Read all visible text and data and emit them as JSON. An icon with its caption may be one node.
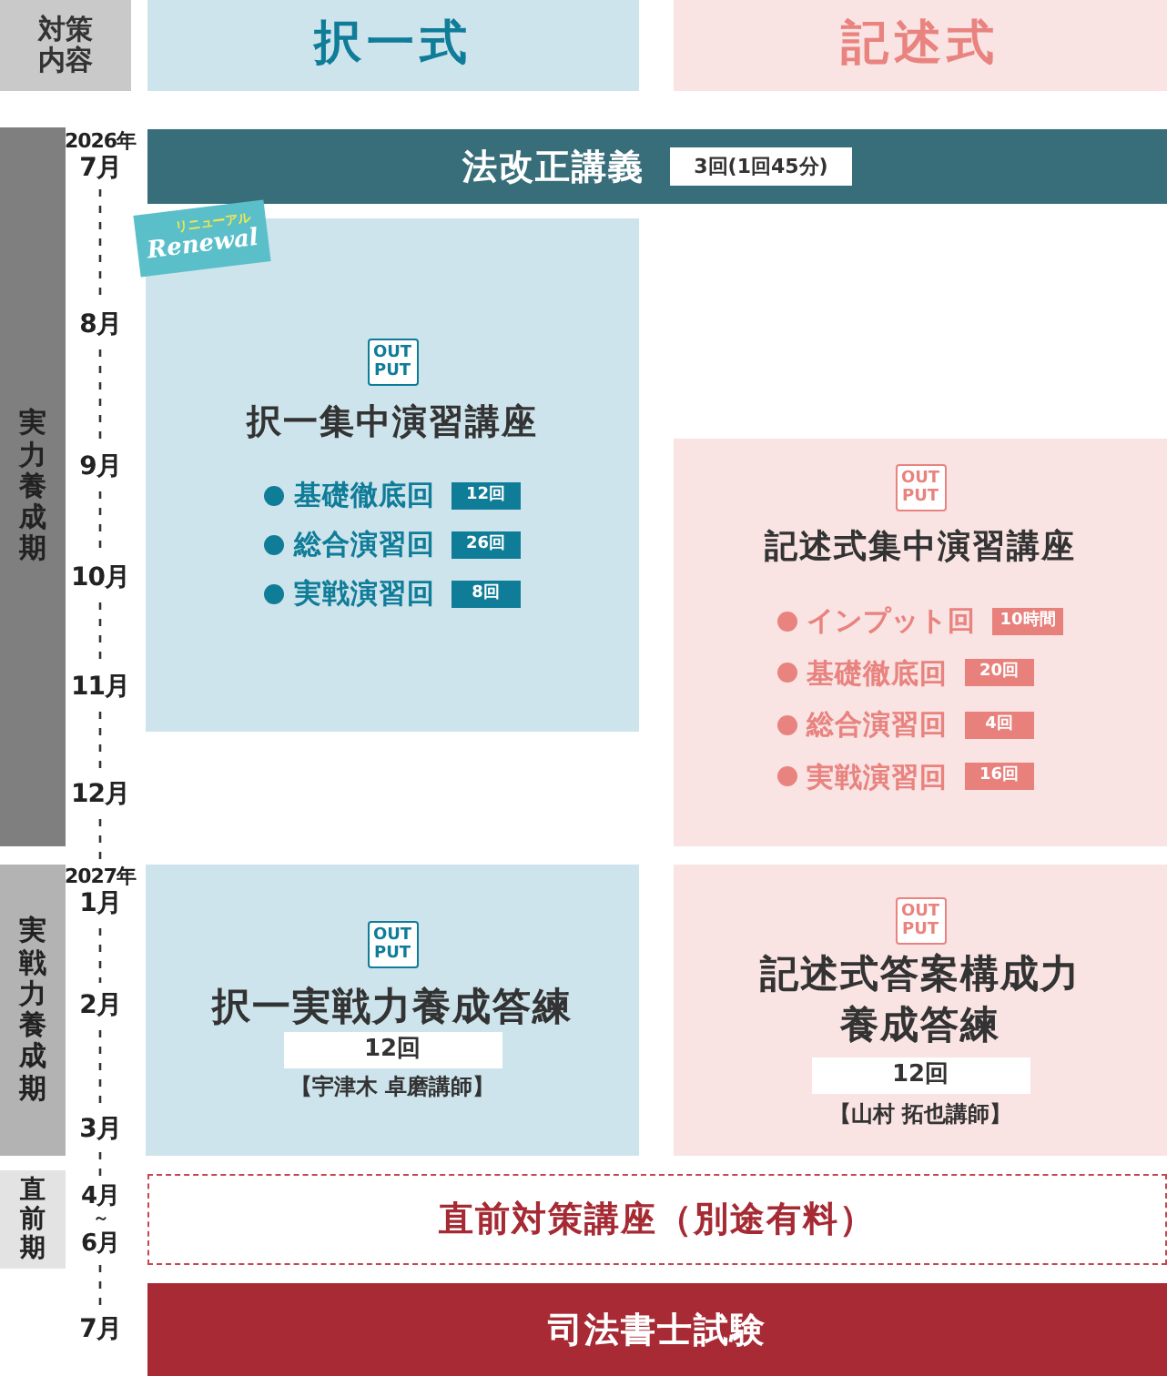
{
  "diagram": {
    "nodes": [
      {
        "text": [
          "対策内容"
        ]
      },
      {
        "text": [
          "択一式"
        ]
      },
      {
        "text": [
          "記述式"
        ]
      },
      {
        "text": [
          "実力養成期"
        ]
      },
      {
        "text": [
          "法改正講義"
        ]
      },
      {
        "text": [
          "3回(1回45分)"
        ],
        "in": 4
      },
      {
        "text": [
          "リニューアル",
          "Renewal"
        ]
      },
      {
        "text": [
          "択一集中演習講座"
        ]
      },
      {
        "text": [
          "OUT PUT"
        ],
        "in": 7
      },
      {
        "text": [
          "12回"
        ],
        "in": 7,
        "beside": [
          "基礎徹底回"
        ]
      },
      {
        "text": [
          "26回"
        ],
        "in": 7,
        "beside": [
          "総合演習回"
        ]
      },
      {
        "text": [
          "8回"
        ],
        "in": 7,
        "beside": [
          "実戦演習回"
        ]
      },
      {
        "text": [
          "記述式集中演習講座"
        ]
      },
      {
        "text": [
          "OUT PUT"
        ],
        "in": 12
      },
      {
        "text": [
          "10時間"
        ],
        "in": 12,
        "beside": [
          "インプット回"
        ]
      },
      {
        "text": [
          "20回"
        ],
        "in": 12,
        "beside": [
          "基礎徹底回"
        ]
      },
      {
        "text": [
          "4回"
        ],
        "in": 12,
        "beside": [
          "総合演習回"
        ]
      },
      {
        "text": [
          "16回"
        ],
        "in": 12,
        "beside": [
          "実戦演習回"
        ]
      },
      {
        "text": [
          "実戦力養成期"
        ]
      },
      {
        "text": [
          "択一実戦力養成答練",
          "【宇津木 卓磨講師】"
        ]
      },
      {
        "text": [
          "OUT PUT"
        ],
        "in": 19
      },
      {
        "text": [
          "12回"
        ],
        "in": 19
      },
      {
        "text": [
          "記述式答案構成力養成答練",
          "【山村 拓也講師】"
        ]
      },
      {
        "text": [
          "OUT PUT"
        ],
        "in": 22
      },
      {
        "text": [
          "12回"
        ],
        "in": 22
      },
      {
        "text": [
          "直前期"
        ]
      },
      {
        "text": [
          "直前対策講座（別途有料）"
        ]
      },
      {
        "text": [
          "司法書士試験"
        ]
      }
    ],
    "labels": [
      "2026年",
      "7月",
      "8月",
      "9月",
      "10月",
      "11月",
      "12月",
      "2027年",
      "1月",
      "2月",
      "3月",
      "4月",
      "～",
      "6月",
      "7月"
    ]
  }
}
